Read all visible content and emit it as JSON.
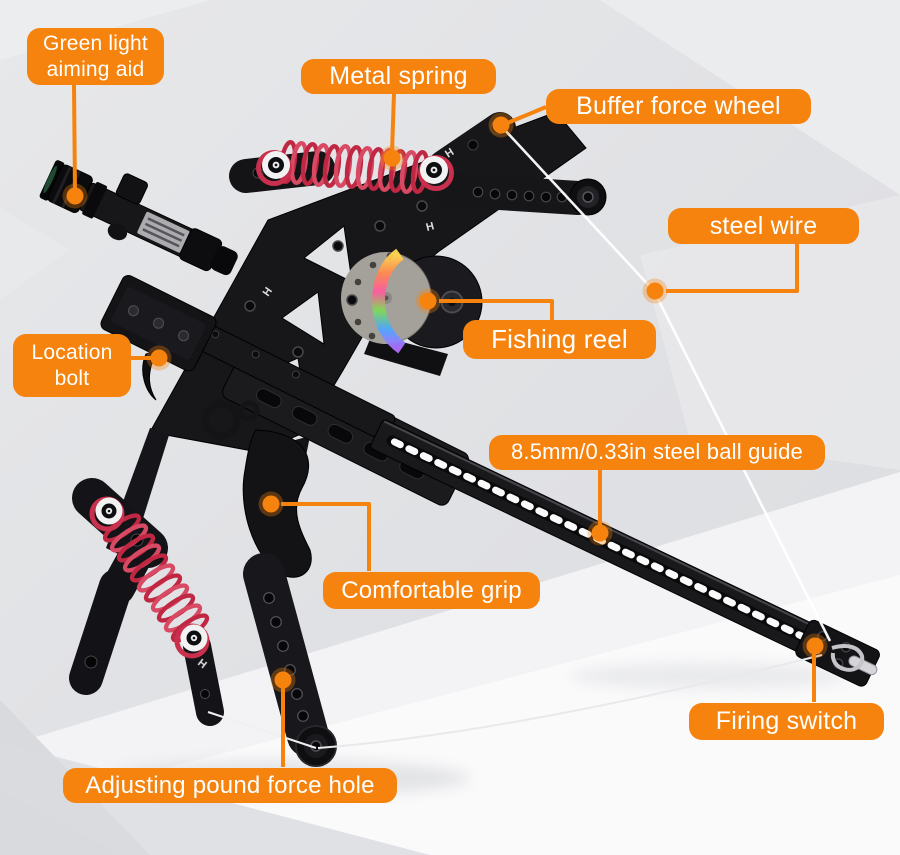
{
  "colors": {
    "accent": "#F5830D",
    "label_text": "#FFFFFF",
    "wire": "#FFFFFF",
    "spring_red": "#C9304D",
    "frame_black": "#17181B",
    "background": "#E2E3E5"
  },
  "callouts": [
    {
      "id": "green-light-aiming-aid",
      "label": "Green light aiming aid"
    },
    {
      "id": "metal-spring",
      "label": "Metal spring"
    },
    {
      "id": "buffer-force-wheel",
      "label": "Buffer force wheel"
    },
    {
      "id": "steel-wire",
      "label": "steel wire"
    },
    {
      "id": "fishing-reel",
      "label": "Fishing reel"
    },
    {
      "id": "location-bolt",
      "label": "Location bolt"
    },
    {
      "id": "steel-ball-guide",
      "label": "8.5mm/0.33in steel ball guide"
    },
    {
      "id": "comfortable-grip",
      "label": "Comfortable grip"
    },
    {
      "id": "firing-switch",
      "label": "Firing switch"
    },
    {
      "id": "adjusting-pound-force-hole",
      "label": "Adjusting pound force hole"
    }
  ]
}
